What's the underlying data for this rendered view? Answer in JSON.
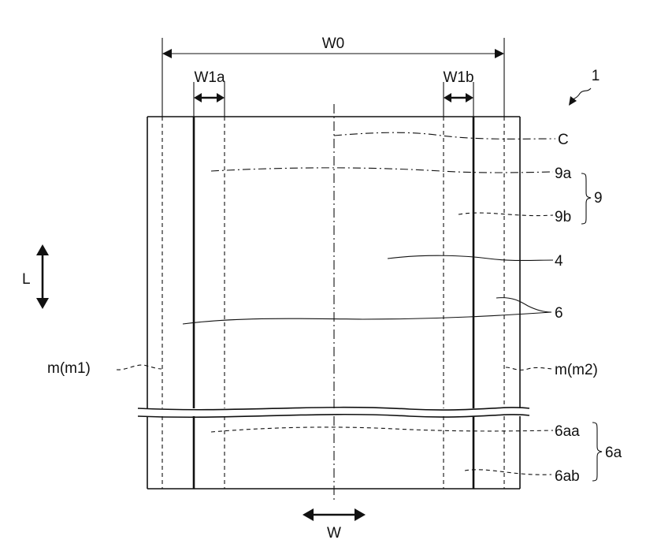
{
  "figure": {
    "reference_numeral": "1",
    "dimensions": {
      "w0": "W0",
      "w1a": "W1a",
      "w1b": "W1b"
    },
    "direction_labels": {
      "longitudinal": "L",
      "width": "W"
    },
    "labels": {
      "c": "C",
      "l9a": "9a",
      "l9b": "9b",
      "l9": "9",
      "l4": "4",
      "l6": "6",
      "m1": "m(m1)",
      "m2": "m(m2)",
      "l6aa": "6aa",
      "l6ab": "6ab",
      "l6a": "6a"
    }
  }
}
